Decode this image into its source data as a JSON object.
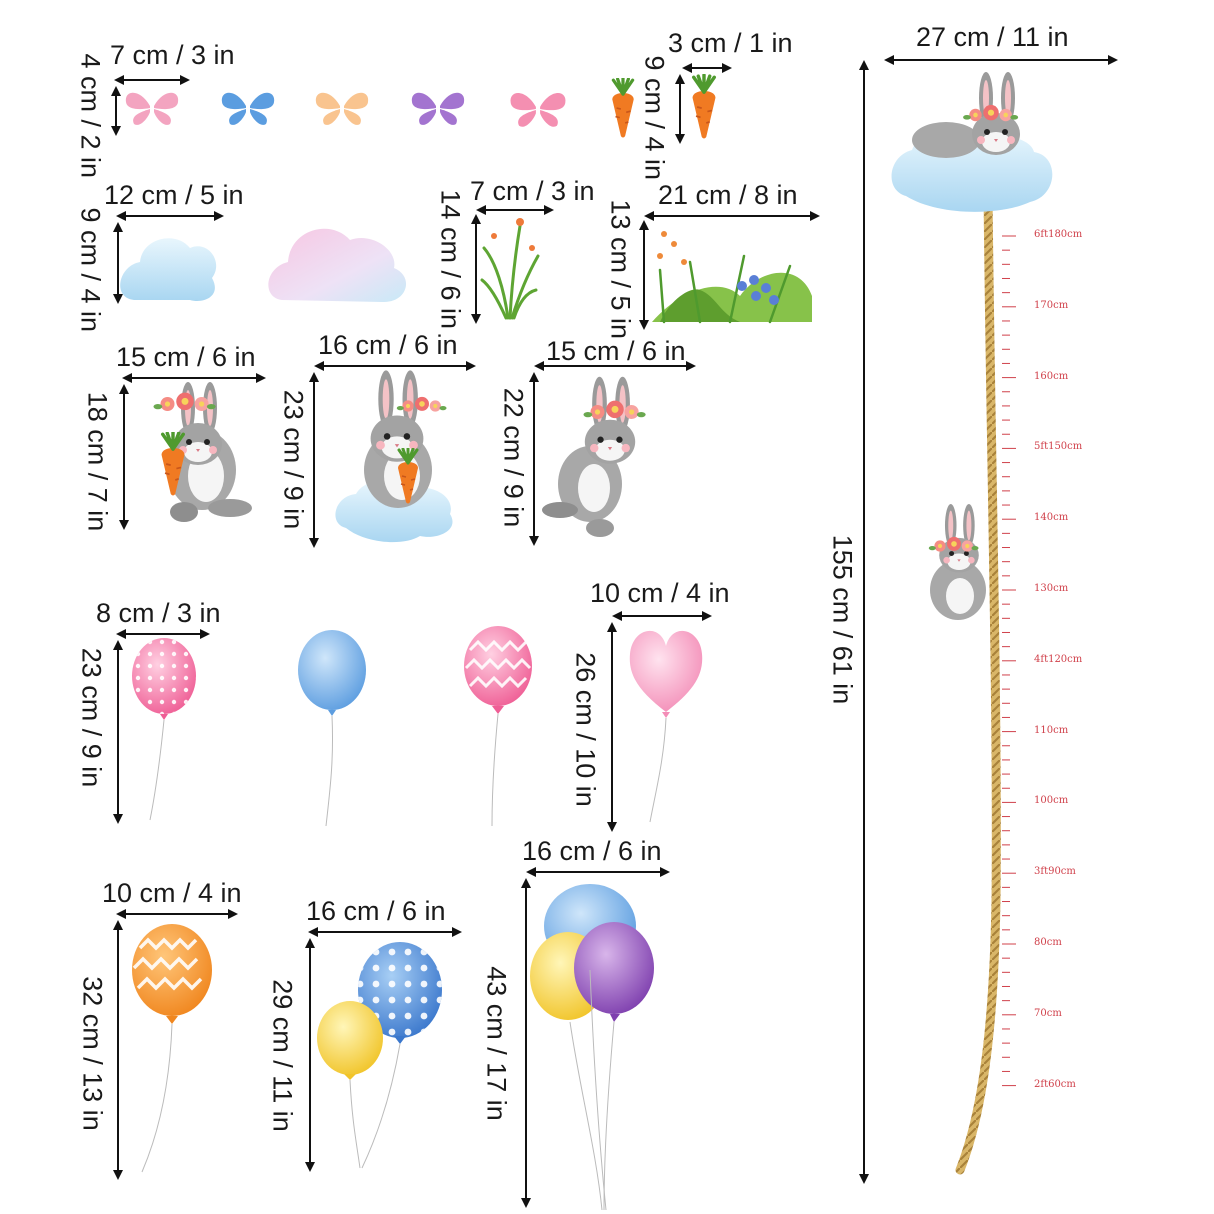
{
  "colors": {
    "ink": "#111111",
    "ruler": "#d0404a",
    "rope": "#c9a24a",
    "bunny": "#8c8c8c",
    "cloud_blue": "#bfe3f4",
    "cloud_pink": "#f2c6de",
    "carrot": "#f07a22",
    "leaf": "#5ea533"
  },
  "labels": {
    "butterfly_w": "7 cm / 3 in",
    "butterfly_h": "4 cm / 2 in",
    "carrot_w": "3 cm / 1 in",
    "carrot_h": "9 cm / 4 in",
    "cloud_w": "12 cm / 5 in",
    "cloud_h": "9 cm / 4 in",
    "grass_small_w": "7 cm / 3 in",
    "grass_small_h": "14 cm / 6 in",
    "grass_large_w": "21 cm / 8 in",
    "grass_large_h": "13 cm / 5 in",
    "bunny_carrot_w": "15 cm / 6 in",
    "bunny_carrot_h": "18 cm / 7 in",
    "bunny_cloud_w": "16 cm / 6 in",
    "bunny_cloud_h": "23 cm / 9 in",
    "bunny_flower_w": "15 cm / 6 in",
    "bunny_flower_h": "22 cm / 9 in",
    "balloon_w": "8 cm / 3 in",
    "balloon_h": "23 cm / 9 in",
    "heart_w": "10 cm / 4 in",
    "heart_h": "26 cm / 10 in",
    "orange_w": "10 cm / 4 in",
    "orange_h": "32 cm / 13 in",
    "pair_w": "16 cm / 6 in",
    "pair_h": "29 cm / 11 in",
    "trio_w": "16 cm / 6 in",
    "trio_h": "43 cm / 17 in",
    "chart_w": "27 cm / 11 in",
    "chart_h": "155 cm / 61 in"
  },
  "ruler": {
    "marks": [
      "6ft180cm",
      "170cm",
      "160cm",
      "5ft150cm",
      "140cm",
      "130cm",
      "4ft120cm",
      "110cm",
      "100cm",
      "3ft90cm",
      "80cm",
      "70cm",
      "2ft60cm"
    ]
  }
}
